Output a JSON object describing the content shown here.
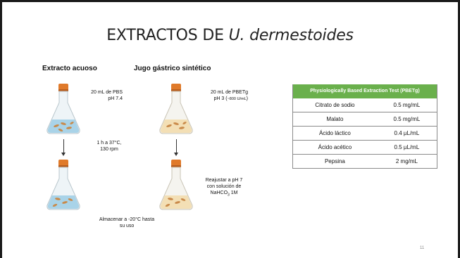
{
  "slide": {
    "title_main": "EXTRACTOS DE ",
    "title_italic": "U. dermestoides",
    "page_number": "11"
  },
  "left_column": {
    "heading": "Extracto acuoso",
    "label_top_line1": "20 mL de PBS",
    "label_top_line2": "pH 7.4",
    "label_middle_line1": "1 h a 37°C,",
    "label_middle_line2": "130 rpm",
    "label_bottom_line1": "Almacenar a -20°C hasta",
    "label_bottom_line2": "su uso"
  },
  "right_column": {
    "heading": "Jugo gástrico sintético",
    "label_top_line1": "20 mL de PBETg",
    "label_top_line2": "pH 3 (",
    "label_top_line2_small": "~800 U/mL",
    "label_top_line2_end": ")",
    "label_bottom_line1": "Reajustar a pH 7",
    "label_bottom_line2": "con solución de",
    "label_bottom_line3a": "NaHCO",
    "label_bottom_line3_sub": "3",
    "label_bottom_line3b": " 1M"
  },
  "table": {
    "header": "Physiologically Based Extraction Test (PBETg)",
    "rows": [
      {
        "name": "Citrato de sodio",
        "value": "0.5 mg/mL"
      },
      {
        "name": "Malato",
        "value": "0.5 mg/mL"
      },
      {
        "name": "Ácido láctico",
        "value": "0.4 µL/mL"
      },
      {
        "name": "Ácido acético",
        "value": "0.5 µL/mL"
      },
      {
        "name": "Pepsina",
        "value": "2 mg/mL"
      }
    ]
  },
  "colors": {
    "table_header": "#6ab04c",
    "flask_cap": "#e07a2a",
    "aqueous_liquid": "#a9d3e8",
    "gastric_liquid": "#f3dfb5",
    "larva": "#c98a4a"
  }
}
